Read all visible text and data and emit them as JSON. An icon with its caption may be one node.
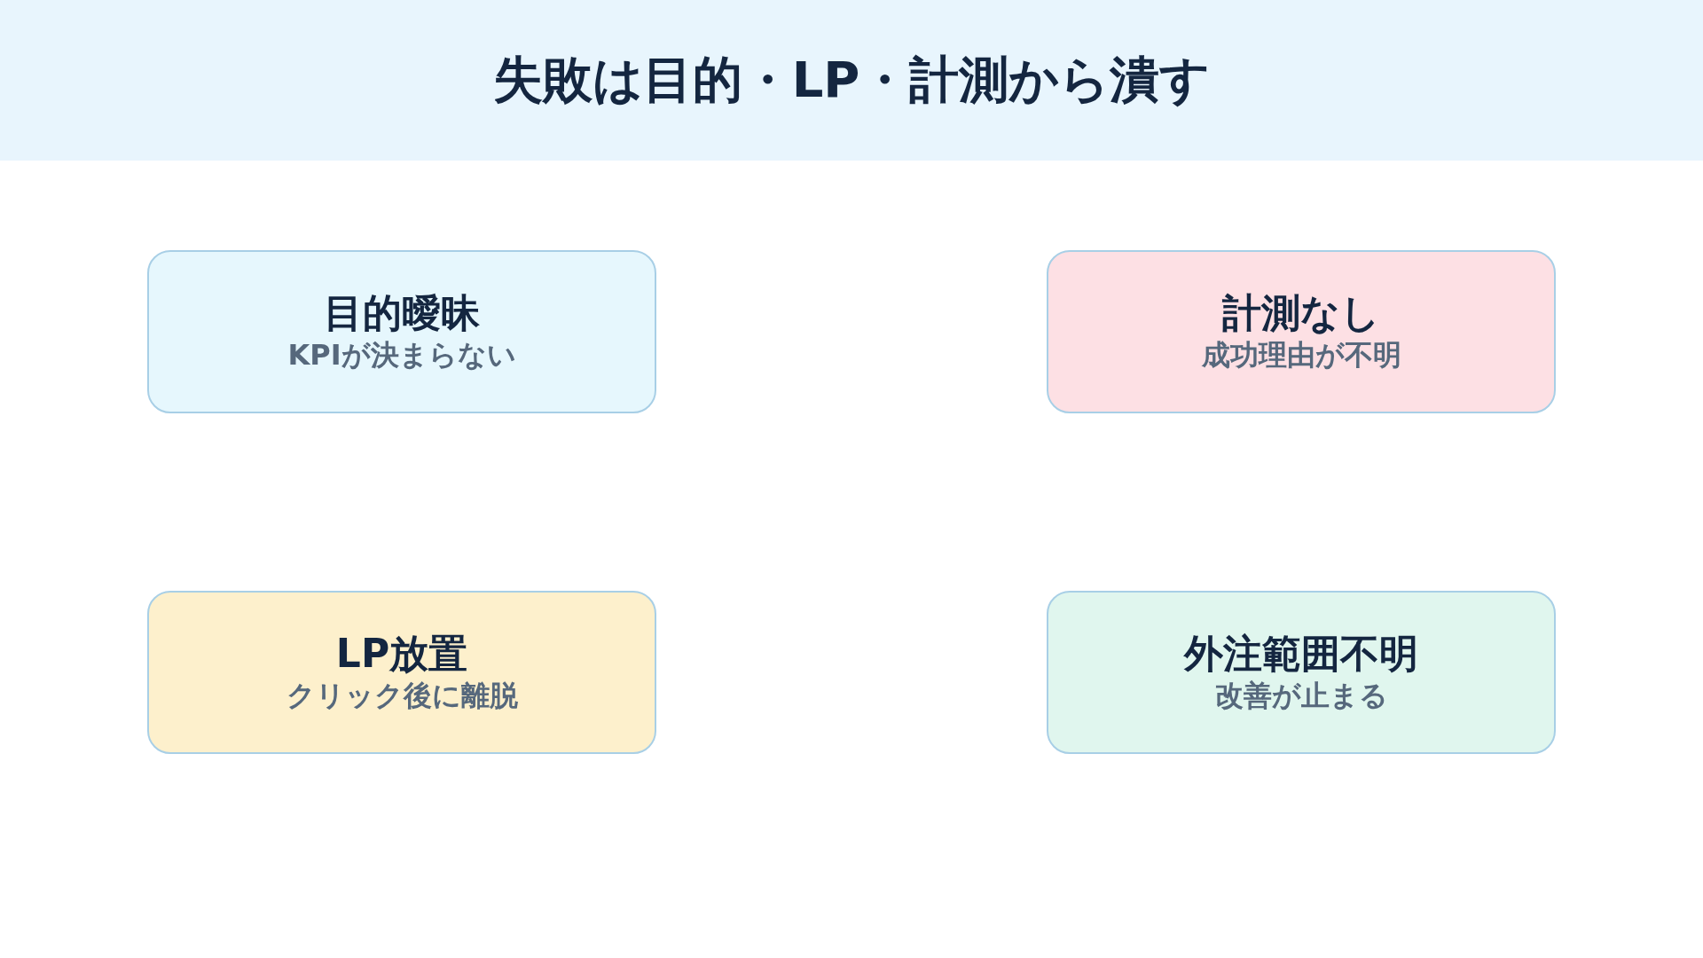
{
  "diagram": {
    "title": "失敗は目的・LP・計測から潰す",
    "nodes": [
      {
        "text": [
          "目的曖昧",
          "KPIが決まらない"
        ]
      },
      {
        "text": [
          "計測なし",
          "成功理由が不明"
        ]
      },
      {
        "text": [
          "LP放置",
          "クリック後に離脱"
        ]
      },
      {
        "text": [
          "外注範囲不明",
          "改善が止まる"
        ]
      }
    ]
  }
}
